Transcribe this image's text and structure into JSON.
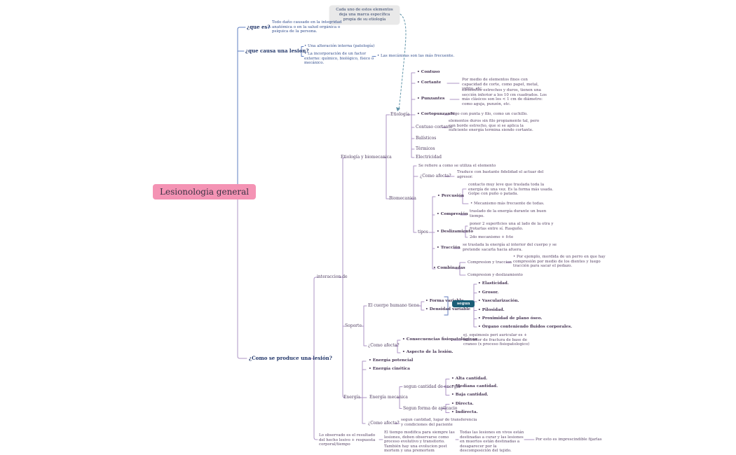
{
  "colors": {
    "root_bg": "#f493b4",
    "note_bg": "#e9e9e9",
    "button_bg": "#1b5e77",
    "line_blue": "#5f7fc2",
    "line_purple": "#ad94c6",
    "dashed_link": "#5f93a8",
    "text_navy": "#24386b",
    "text_purple": "#4f3d61",
    "text_blue": "#35508f"
  },
  "note": {
    "text": "Cada uno de estos elementos deja una marca específica propia de su etiología"
  },
  "root": {
    "title": "Lesionologia general"
  },
  "que_es": {
    "label": "¿que es?",
    "answer": "Todo daño causado en la integridad anatómica o en la salud orgánica o psíquica de la persona."
  },
  "causa": {
    "label": "¿que causa una lesion?",
    "interna": "• Una alteración interna (patología)",
    "externa": "• La incorporación de un factor externo: químico, biológico, físico o mecánico.",
    "mecanicas": "• Las mecánicas son las más frecuente."
  },
  "produce": {
    "label": "¿Como se produce una lesión?",
    "interaccion": "interaccion de"
  },
  "etio_bio": {
    "label": "Etiología y biomecanica"
  },
  "etiologia": {
    "label": "Etiología",
    "contuso": "• Contuso",
    "cortante": "• Cortante",
    "cortante_desc": "Por medio de elementos finos con capacidad de corte, como papel, metal, vidrio, etc.",
    "punzantes": "• Punzantes",
    "punzantes_desc": "elementos estrechos y duros, tienen una sección inferior a los 10 cm cuadrados. Los más clásicos son los < 1 cm de diámetro: como aguja, punzón, etc.",
    "cortopunzante": "• Cortopunzante",
    "cortopunzante_desc": "Algo con punta y filo, como un cuchillo.",
    "contuso_cortante": "Contuso cortante",
    "contuso_cortante_desc": "elementos duros sin filo propiamente tal, pero con borde estrecho, que si se aplica la suficiente energía termina siendo cortante.",
    "balisticos": "Balísticos",
    "termicos": "Térmicos",
    "electricidad": "Electricidad"
  },
  "biomecanica": {
    "label": "Biomecanica",
    "refiere": "Se refiere a como se utiliza el elemento",
    "como_afecta": "¿Como afecta?",
    "como_afecta_desc": "Traduce con bastante fidelidad el actuar del agresor.",
    "tipos": "tipos",
    "percusion": "• Percusión",
    "percusion_desc": "contacto muy leve que traslada toda la energía de una vez. Es la forma más usada. Golpe con puño o patada.",
    "percusion_nota": "• Mecanismo más frecuente de todas.",
    "compresion": "• Compresión",
    "compresion_desc": "traslado de la energía durante un buen tiempo.",
    "deslizamiento": "• Deslizamiento",
    "deslizamiento_desc": "poner 2 superficies una al lado de la otra y frotarlas entre sí. Rasguño.",
    "deslizamiento_nota": "2do mecanismo + fcte",
    "traccion": "• Tracción",
    "traccion_desc": "se traslada la energía al interior del cuerpo y se pretende sacarla hacia afuera.",
    "combinadas": "• Combinadas",
    "comp_traccion": "Compresion y traccion",
    "comp_traccion_desc": "• Por ejemplo, mordida de un perro en que hay compresión por medio de los dientes y luego tracción para sacar el pedazo.",
    "comp_deslizamiento": "Compresion y deslizamiento"
  },
  "soporte": {
    "label": "Soporte",
    "cuerpo": "El cuerpo humano tiene",
    "forma": "• Forma variable",
    "densidad": "• Densidad variable",
    "segun": "segun",
    "items": [
      "• Elasticidad.",
      "• Grosor.",
      "• Vascularización.",
      "• Pilosidad.",
      "• Proximidad de plano óseo.",
      "• Órgano conteniendo fluidos corporales."
    ],
    "como_afecta": "¿Como afecta?",
    "consecuencias": "• Consecuencias fisiopatológicas",
    "consecuencias_desc": "ej. equimosis peri auricular es + indicador de fractura de base de craneo (x proceso fisiopatologico)",
    "aspecto": "• Aspecto de la lesión."
  },
  "energia": {
    "label": "Energía",
    "potencial": "• Energía potencial",
    "cinetica": "• Energía cinética",
    "mecanica": "Energía mecanica",
    "cantidad": "segun cantidad de energía",
    "cantidad_items": [
      "• Alta cantidad.",
      "• Mediana cantidad.",
      "• Baja cantidad."
    ],
    "forma": "Segun forma de aplicacio",
    "forma_items": [
      "• Directa.",
      "• Indirecta."
    ],
    "como_afecta": "¿Como afecta?",
    "como_afecta_desc": "segun cantidad, lugar de transferencia y condiciones del paciente"
  },
  "observado": {
    "label": "Lo observado es el resultado del hecho lesivo + respuesta corporal/tiempo",
    "tiempo": "El tiempo modifica para siempre las lesiones, deben observarse como proceso evolutivo y transitorio. También hay una evolucion post mortem y una premortem",
    "destino": "Todas las lesiones en vivos están destinadas a curar y las lesiones en muertos están destinadas a desaparecer por la descomposición del tejido.",
    "fijar": "Por esto es imprescindible fijarlas"
  }
}
